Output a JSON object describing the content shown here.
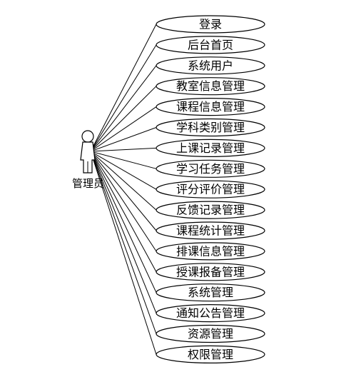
{
  "actor": {
    "label": "管理员"
  },
  "use_cases": [
    "登录",
    "后台首页",
    "系统用户",
    "教室信息管理",
    "课程信息管理",
    "学科类别管理",
    "上课记录管理",
    "学习任务管理",
    "评分评价管理",
    "反馈记录管理",
    "课程统计管理",
    "排课信息管理",
    "授课报备管理",
    "系统管理",
    "通知公告管理",
    "资源管理",
    "权限管理"
  ]
}
